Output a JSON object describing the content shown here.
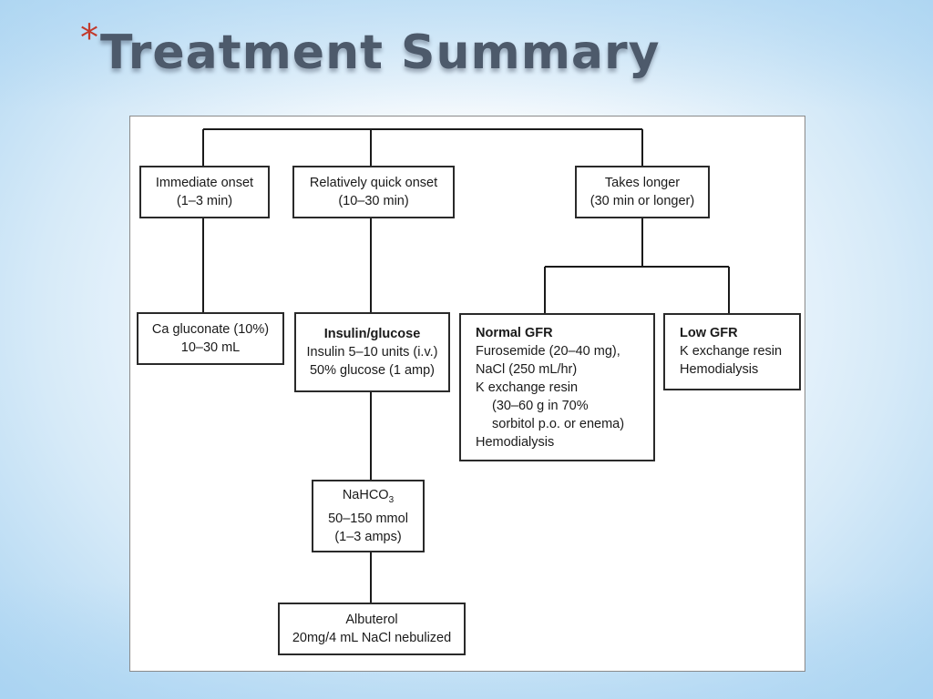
{
  "slide": {
    "bullet": "*",
    "title": "Treatment Summary"
  },
  "flowchart": {
    "immediate": {
      "line1": "Immediate onset",
      "line2": "(1–3 min)"
    },
    "quick": {
      "line1": "Relatively quick onset",
      "line2": "(10–30 min)"
    },
    "longer": {
      "line1": "Takes longer",
      "line2": "(30 min or longer)"
    },
    "ca_gluconate": {
      "line1": "Ca gluconate (10%)",
      "line2": "10–30 mL"
    },
    "insulin": {
      "heading": "Insulin/glucose",
      "line1": "Insulin 5–10 units (i.v.)",
      "line2": "50% glucose (1 amp)"
    },
    "nahco3": {
      "formula_main": "NaHCO",
      "formula_sub": "3",
      "line1": "50–150 mmol",
      "line2": "(1–3 amps)"
    },
    "albuterol": {
      "line1": "Albuterol",
      "line2": "20mg/4 mL NaCl nebulized"
    },
    "normal_gfr": {
      "heading": "Normal GFR",
      "line1": "Furosemide (20–40 mg),",
      "line2": "NaCl (250 mL/hr)",
      "line3": "K exchange resin",
      "line4": "(30–60 g in 70%",
      "line5": "sorbitol p.o. or enema)",
      "line6": "Hemodialysis"
    },
    "low_gfr": {
      "heading": "Low GFR",
      "line1": "K exchange resin",
      "line2": "Hemodialysis"
    }
  },
  "colors": {
    "title": "#4d5a6b",
    "asterisk": "#c23a2b",
    "box_border": "#2a2a2a",
    "connector": "#1a1a1a"
  }
}
